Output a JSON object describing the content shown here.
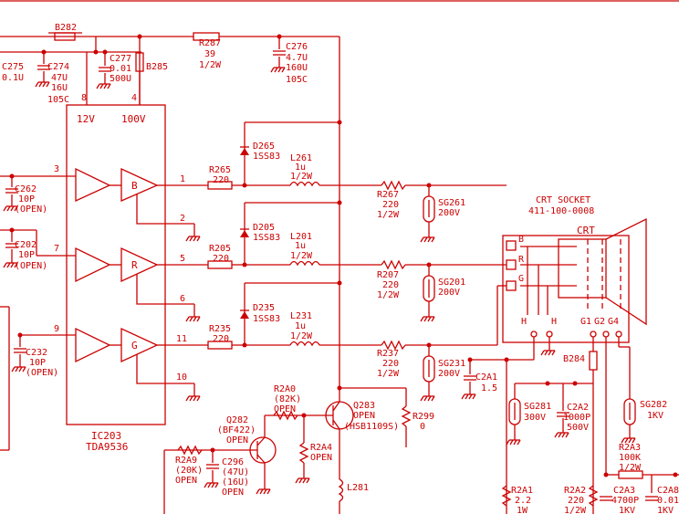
{
  "labels": {
    "ic_top_12v": "12V",
    "ic_top_100v": "100V",
    "pin8": "8",
    "pin4": "4",
    "pin3": "3",
    "pin7": "7",
    "pin9": "9",
    "pin1": "1",
    "pin2": "2",
    "pin5": "5",
    "pin6": "6",
    "pin11": "11",
    "pin10": "10",
    "amp_b": "B",
    "amp_r": "R",
    "amp_g": "G",
    "ic_ref": "IC203",
    "ic_part": "TDA9536",
    "b282": "B282",
    "c275_a": "C275",
    "c275_b": "0.1U",
    "c274_a": "C274",
    "c274_b": "47U",
    "c274_c": "16U",
    "c274_d": "105C",
    "c277_a": "C277",
    "c277_b": "0.01",
    "c277_c": "500U",
    "b285": "B285",
    "r287_a": "R287",
    "r287_b": "39",
    "r287_c": "1/2W",
    "c276_a": "C276",
    "c276_b": "4.7U",
    "c276_c": "160U",
    "c276_d": "105C",
    "c262_a": "C262",
    "c262_b": "10P",
    "c262_c": "(OPEN)",
    "c202_a": "C202",
    "c202_b": "10P",
    "c202_c": "(OPEN)",
    "c232_a": "C232",
    "c232_b": "10P",
    "c232_c": "(OPEN)",
    "d265_a": "D265",
    "d265_b": "1SS83",
    "d205_a": "D205",
    "d205_b": "1SS83",
    "d235_a": "D235",
    "d235_b": "1SS83",
    "r265_a": "R265",
    "r265_b": "220",
    "r205_a": "R205",
    "r205_b": "220",
    "r235_a": "R235",
    "r235_b": "220",
    "l261_a": "L261",
    "l261_b": "1u",
    "l261_c": "1/2W",
    "l201_a": "L201",
    "l201_b": "1u",
    "l201_c": "1/2W",
    "l231_a": "L231",
    "l231_b": "1u",
    "l231_c": "1/2W",
    "r267_a": "R267",
    "r267_b": "220",
    "r267_c": "1/2W",
    "r207_a": "R207",
    "r207_b": "220",
    "r207_c": "1/2W",
    "r237_a": "R237",
    "r237_b": "220",
    "r237_c": "1/2W",
    "sg261_a": "SG261",
    "sg261_b": "200V",
    "sg201_a": "SG201",
    "sg201_b": "200V",
    "sg231_a": "SG231",
    "sg231_b": "200V",
    "crt_socket_a": "CRT SOCKET",
    "crt_socket_b": "411-100-0008",
    "crt": "CRT",
    "sock_b": "B",
    "sock_r": "R",
    "sock_g": "G",
    "sock_h1": "H",
    "sock_h2": "H",
    "sock_g1": "G1",
    "sock_g2": "G2",
    "sock_g4": "G4",
    "b284": "B284",
    "c2a1_a": "C2A1",
    "c2a1_b": "1.5",
    "sg281_a": "SG281",
    "sg281_b": "300V",
    "c2a2_a": "C2A2",
    "c2a2_b": "1000P",
    "c2a2_c": "500V",
    "sg282_a": "SG282",
    "sg282_b": "1KV",
    "r2a0_a": "R2A0",
    "r2a0_b": "(82K)",
    "r2a0_c": "OPEN",
    "q282_a": "Q282",
    "q282_b": "(BF422)",
    "q282_c": "OPEN",
    "q283_a": "Q283",
    "q283_b": "OPEN",
    "q283_c": "(HSB1109S)",
    "r299_a": "R299",
    "r299_b": "0",
    "r2a4_a": "R2A4",
    "r2a4_b": "OPEN",
    "r2a9_a": "R2A9",
    "r2a9_b": "(20K)",
    "r2a9_c": "OPEN",
    "c296_a": "C296",
    "c296_b": "(47U)",
    "c296_c": "(16U)",
    "c296_d": "OPEN",
    "l281": "L281",
    "r2a1_a": "R2A1",
    "r2a1_b": "2.2",
    "r2a1_c": "1W",
    "r2a2_a": "R2A2",
    "r2a2_b": "220",
    "r2a2_c": "1/2W",
    "c2a3_a": "C2A3",
    "c2a3_b": "4700P",
    "c2a3_c": "1KV",
    "r2a3_a": "R2A3",
    "r2a3_b": "100K",
    "r2a3_c": "1/2W",
    "c2a8_a": "C2A8",
    "c2a8_b": "0.01",
    "c2a8_c": "1KV"
  }
}
